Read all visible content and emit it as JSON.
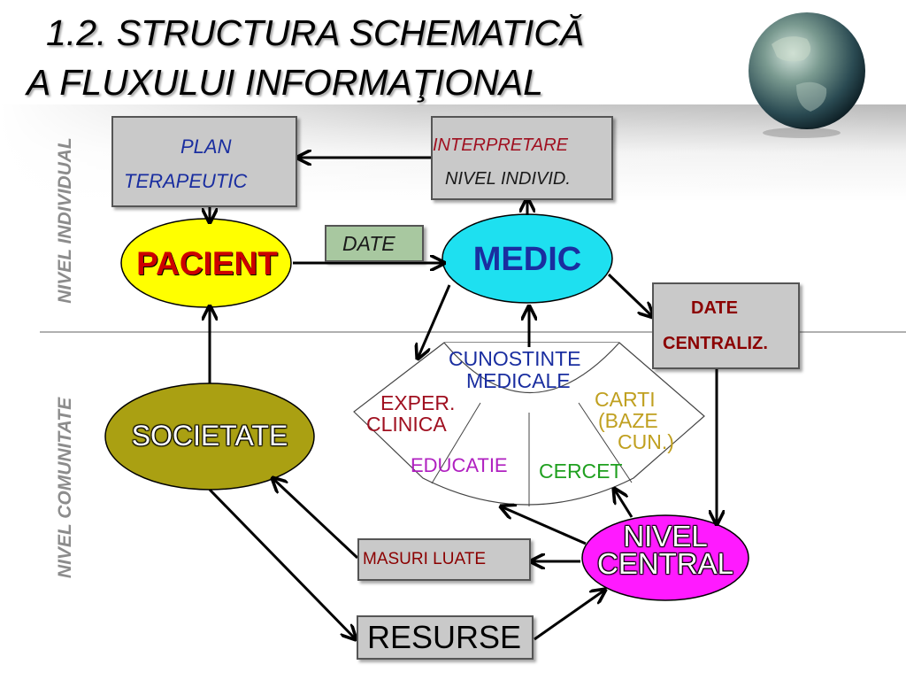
{
  "title": {
    "line1": "1.2. STRUCTURA SCHEMATICĂ",
    "line2": "A FLUXULUI INFORMAŢIONAL"
  },
  "side_labels": {
    "individual": "NIVEL INDIVIDUAL",
    "community": "NIVEL COMUNITATE"
  },
  "boxes": {
    "plan_line1": "PLAN",
    "plan_line2": "TERAPEUTIC",
    "interp_line1": "INTERPRETARE",
    "interp_line2": "NIVEL INDIVID.",
    "date": "DATE",
    "centraliz_line1": "DATE",
    "centraliz_line2": "CENTRALIZ.",
    "masuri": "MASURI LUATE",
    "resurse": "RESURSE"
  },
  "nodes": {
    "pacient": "PACIENT",
    "medic": "MEDIC",
    "societate": "SOCIETATE",
    "nivel_central_line1": "NIVEL",
    "nivel_central_line2": "CENTRAL"
  },
  "knowledge": {
    "cunostinte_line1": "CUNOSTINTE",
    "cunostinte_line2": "MEDICALE",
    "exper_line1": "EXPER.",
    "exper_line2": "CLINICA",
    "carti_line1": "CARTI",
    "carti_line2": "(BAZE",
    "carti_line3": "CUN.)",
    "educatie": "EDUCATIE",
    "cercet": "CERCET"
  },
  "colors": {
    "pacient_fill": "#ffff00",
    "pacient_text": "#cc0000",
    "medic_fill": "#1ee0f0",
    "medic_text": "#1a2ea0",
    "societate_fill": "#aaa012",
    "central_fill": "#ff1aff",
    "box_fill": "#c9c9c9",
    "date_box_fill": "#a8c8a0",
    "plan_text": "#1a2ea0",
    "interp_text": "#a01020",
    "centraliz_text": "#8b0000",
    "cunostinte_text": "#1a2ea0",
    "exper_text": "#a01020",
    "carti_text": "#c0a020",
    "educatie_text": "#b020c0",
    "cercet_text": "#20a020"
  }
}
